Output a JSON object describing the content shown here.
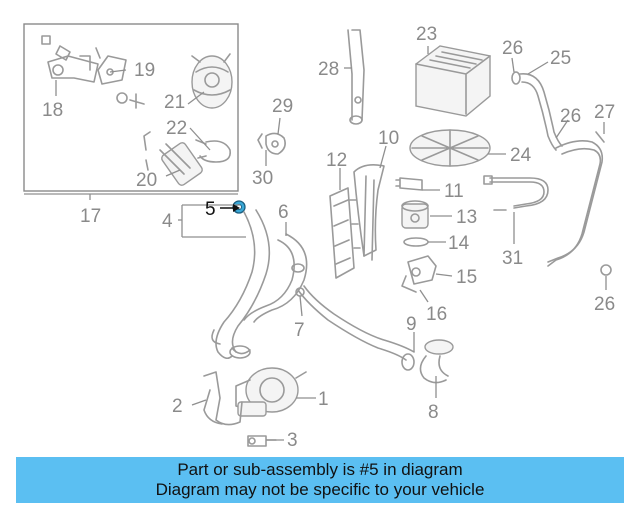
{
  "diagram": {
    "highlighted_part": "5",
    "callouts": [
      "1",
      "2",
      "3",
      "4",
      "5",
      "6",
      "7",
      "8",
      "9",
      "10",
      "11",
      "12",
      "13",
      "14",
      "15",
      "16",
      "17",
      "18",
      "19",
      "20",
      "21",
      "22",
      "23",
      "24",
      "25",
      "26",
      "26",
      "26",
      "27",
      "28",
      "29",
      "30",
      "31"
    ],
    "colors": {
      "line": "#9a9a9a",
      "highlight": "#111111",
      "part_5": "#3aa9d8"
    }
  },
  "banner": {
    "line1": "Part or sub-assembly is #5 in diagram",
    "line2": "Diagram may not be specific to your vehicle",
    "background": "#5bbff2"
  }
}
